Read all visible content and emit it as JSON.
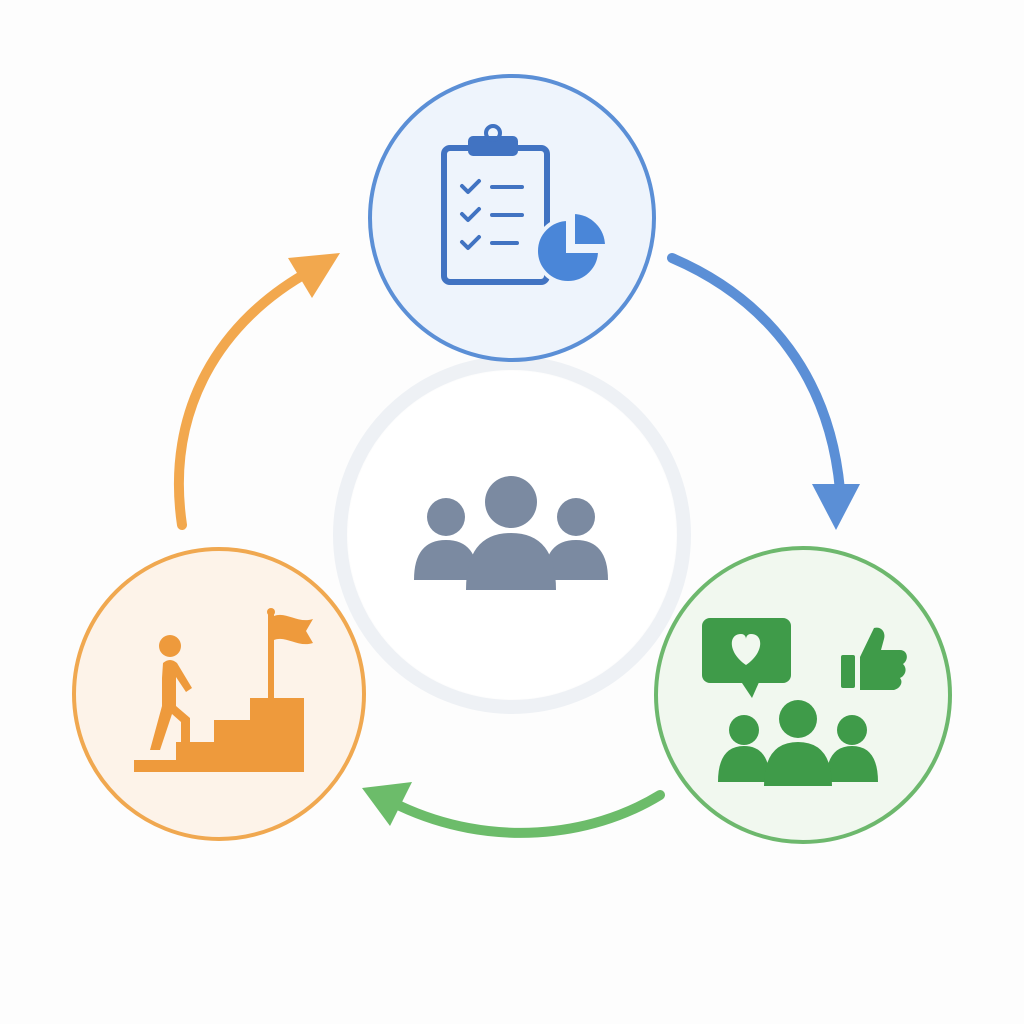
{
  "diagram": {
    "center": {
      "icon": "team-group-icon",
      "ring_color": "#eef1f5",
      "fill_color": "#ffffff",
      "icon_color": "#7b8aa1"
    },
    "nodes": [
      {
        "id": "assess",
        "icon": "clipboard-checklist-pie-chart-icon",
        "stroke_color": "#5b8fd6",
        "fill_color": "#eef4fc",
        "icon_color": "#4173c2",
        "accent_color": "#4a86d8"
      },
      {
        "id": "engage",
        "icon": "community-feedback-icon",
        "stroke_color": "#6db86d",
        "fill_color": "#f1f8ef",
        "icon_color": "#3f9b49"
      },
      {
        "id": "grow",
        "icon": "climbing-stairs-to-flag-icon",
        "stroke_color": "#f0a850",
        "fill_color": "#fdf3e9",
        "icon_color": "#ee9a3c"
      }
    ],
    "arrows": [
      {
        "from": "assess",
        "to": "engage",
        "color": "#5b8fd6"
      },
      {
        "from": "engage",
        "to": "grow",
        "color": "#6cbc6a"
      },
      {
        "from": "grow",
        "to": "assess",
        "color": "#f2a84e"
      }
    ]
  }
}
